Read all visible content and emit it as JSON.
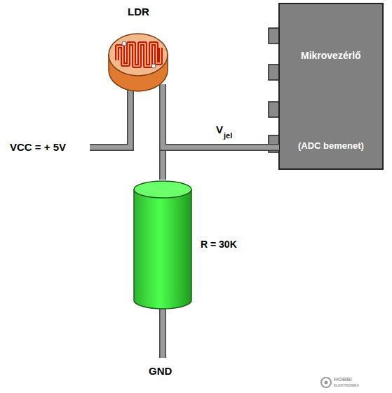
{
  "diagram": {
    "nodes": [
      {
        "text": [
          "LDR"
        ]
      },
      {
        "text": [
          "R = 30K"
        ]
      },
      {
        "text": [
          "Mikrovezérlő",
          "(ADC bemenet)"
        ]
      }
    ],
    "edges": [
      {
        "from": 0,
        "to": 1,
        "arrow": "none"
      },
      {
        "from": 0,
        "to": 2,
        "arrow": "none"
      }
    ],
    "labels": [
      "VCC = + 5V",
      "V",
      "jel",
      "GND",
      "HOBBI",
      "ELEKTRONIKA"
    ]
  }
}
